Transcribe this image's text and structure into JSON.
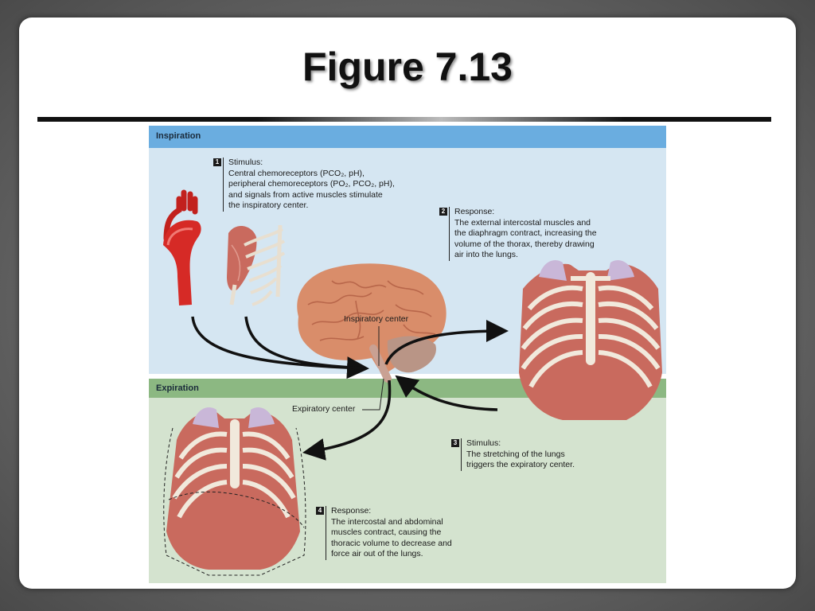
{
  "slide": {
    "title": "Figure 7.13"
  },
  "figure": {
    "inspiration_label": "Inspiration",
    "expiration_label": "Expiration",
    "steps": [
      {
        "num": "1",
        "heading": "Stimulus:",
        "text": "Central chemoreceptors (PCO₂, pH),\nperipheral chemoreceptors (PO₂, PCO₂, pH),\nand signals from active muscles stimulate\nthe inspiratory center."
      },
      {
        "num": "2",
        "heading": "Response:",
        "text": "The external intercostal muscles and\nthe diaphragm contract, increasing the\nvolume of the thorax, thereby drawing\nair into the lungs."
      },
      {
        "num": "3",
        "heading": "Stimulus:",
        "text": "The stretching of the lungs\ntriggers the expiratory center."
      },
      {
        "num": "4",
        "heading": "Response:",
        "text": "The intercostal and abdominal\nmuscles contract, causing the\nthoracic volume to decrease and\nforce air out of the lungs."
      }
    ],
    "inspiratory_center_label": "Inspiratory center",
    "expiratory_center_label": "Expiratory center"
  },
  "colors": {
    "inspiration_band": "#6aade0",
    "inspiration_bg": "#d5e6f2",
    "expiration_band": "#8cb882",
    "expiration_bg": "#d4e3cf",
    "aorta": "#d62a26",
    "brain": "#d98d6a",
    "muscle": "#c96a5e",
    "rib": "#f1e9dc"
  },
  "icons": [
    "aorta-illustration",
    "shoulder-muscle-illustration",
    "brain-illustration",
    "ribcage-inspiration-illustration",
    "ribcage-expiration-illustration"
  ]
}
